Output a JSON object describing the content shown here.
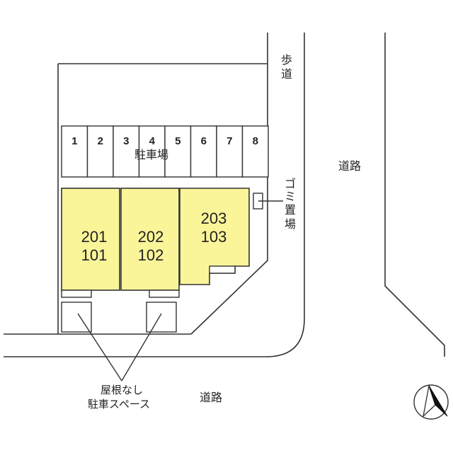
{
  "labels": {
    "sidewalk": [
      "歩",
      "道"
    ],
    "road_right": "道路",
    "road_bottom": "道路",
    "parking": "駐車場",
    "garbage": [
      "ゴ",
      "ミ",
      "置",
      "場"
    ],
    "roofless_line1": "屋根なし",
    "roofless_line2": "駐車スペース"
  },
  "parking_spots": [
    "1",
    "2",
    "3",
    "4",
    "5",
    "6",
    "7",
    "8"
  ],
  "units": [
    {
      "upper": "201",
      "lower": "101"
    },
    {
      "upper": "202",
      "lower": "102"
    },
    {
      "upper": "203",
      "lower": "103"
    }
  ],
  "colors": {
    "unit_fill": "#fbf59a",
    "line": "#333333",
    "text": "#222222"
  },
  "icons": {
    "north": "north-arrow-icon"
  }
}
